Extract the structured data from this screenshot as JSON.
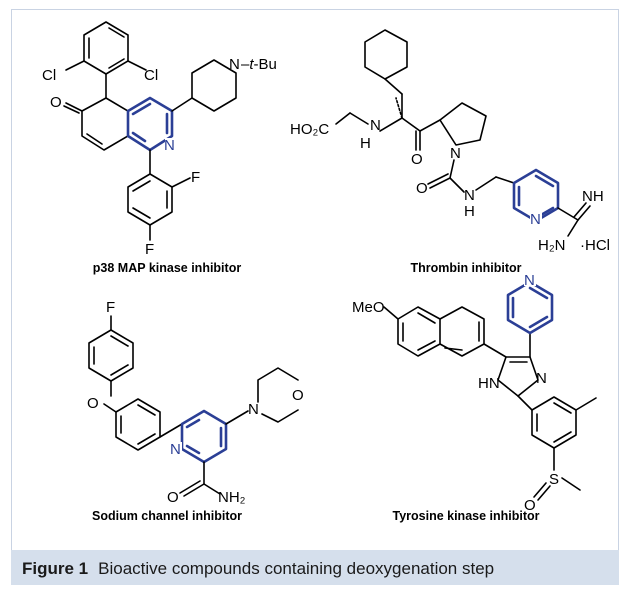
{
  "caption": {
    "label": "Figure 1",
    "text": "Bioactive compounds containing deoxygenation step"
  },
  "compounds": [
    {
      "name": "p38 MAP kinase inhibitor",
      "atoms": {
        "cl_left": "Cl",
        "cl_right": "Cl",
        "o": "O",
        "n_ring": "N",
        "n_pip": "N",
        "tbu_prefix": "–",
        "tbu_t": "t",
        "tbu_rest": "-Bu",
        "f_1": "F",
        "f_2": "F"
      }
    },
    {
      "name": "Thrombin inhibitor",
      "atoms": {
        "ho2c": "HO₂C",
        "nh_1": "N",
        "h_1": "H",
        "o_1": "O",
        "n_pro": "N",
        "o_2": "O",
        "nh_2": "N",
        "h_2": "H",
        "n_pyr": "N",
        "nh_imine": "NH",
        "h2n": "H₂N",
        "hcl": "·HCl"
      }
    },
    {
      "name": "Sodium channel inhibitor",
      "atoms": {
        "f": "F",
        "o_ether": "O",
        "n_pyr": "N",
        "n_morph": "N",
        "o_morph": "O",
        "o_amide": "O",
        "nh2": "NH₂"
      }
    },
    {
      "name": "Tyrosine kinase inhibitor",
      "atoms": {
        "meo": "MeO",
        "n_pyr": "N",
        "hn": "HN",
        "n_imid": "N",
        "s": "S",
        "o_s": "O"
      }
    }
  ],
  "colors": {
    "highlight": "#2b3f96",
    "caption_bg": "#d5dfec",
    "frame_border": "#c9d3e3"
  }
}
